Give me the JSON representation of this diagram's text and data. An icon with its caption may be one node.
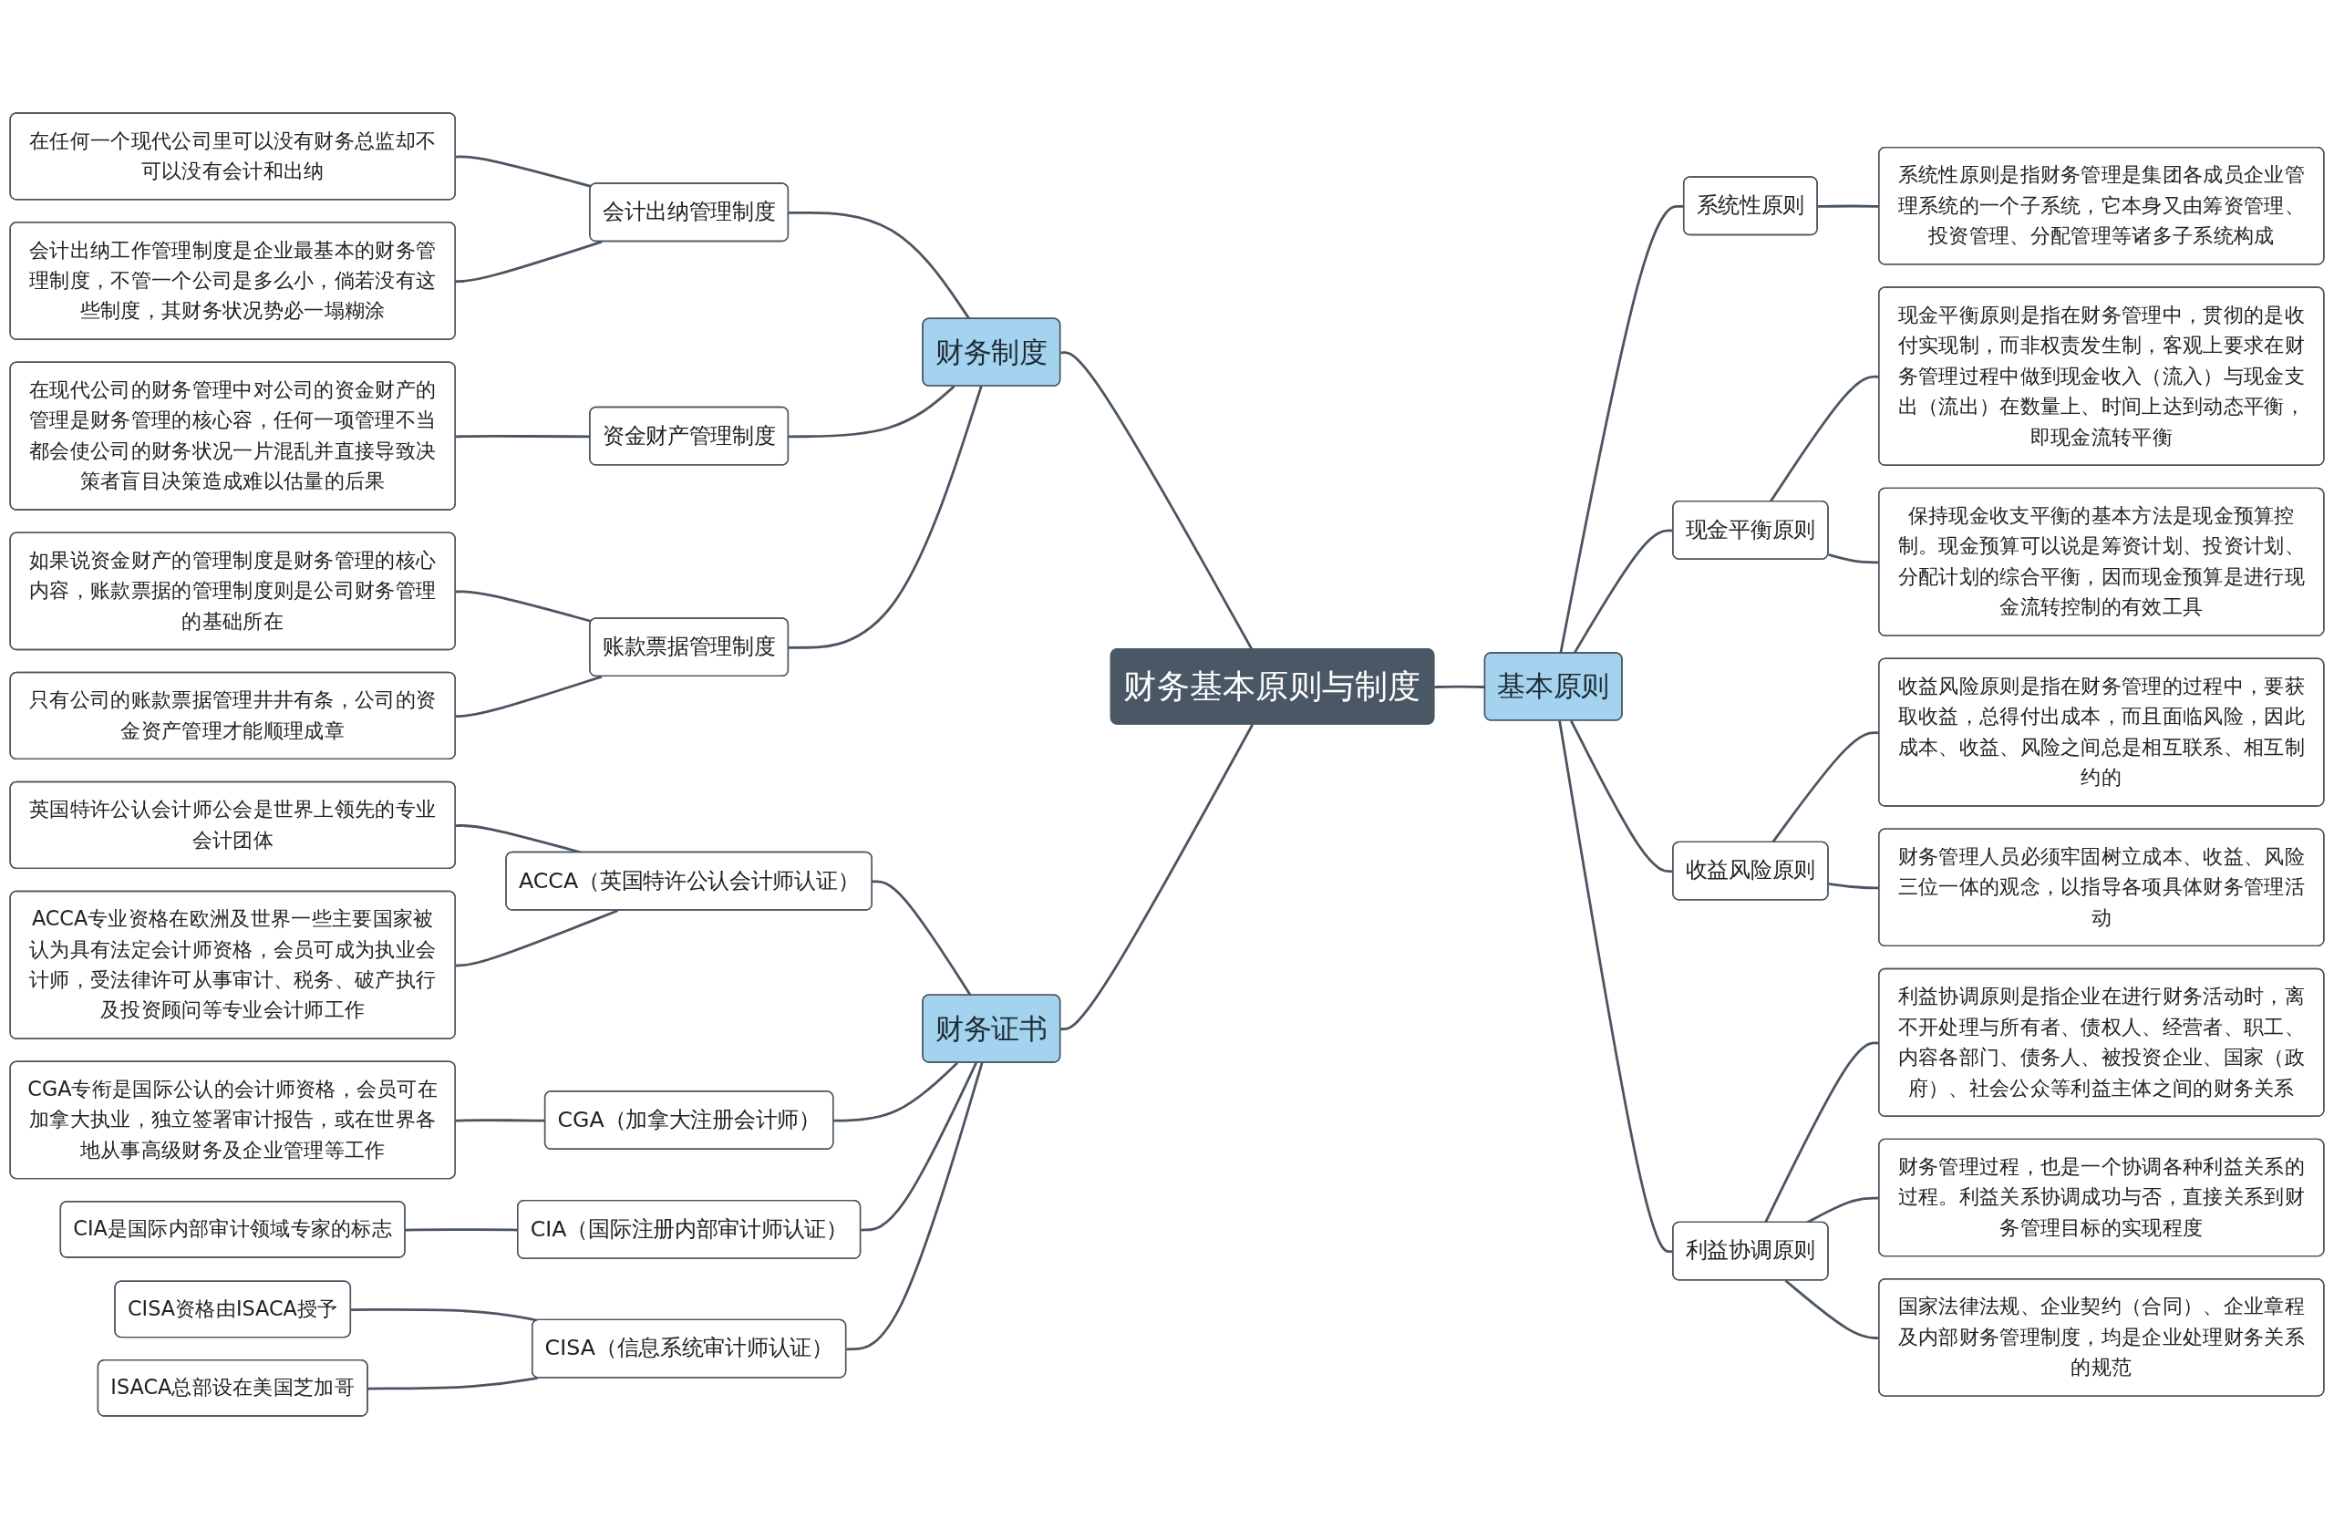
{
  "diagram": {
    "nodes": [
      {
        "text": [
          "财务基本原则与制度"
        ]
      },
      {
        "text": [
          "财务制度"
        ]
      },
      {
        "text": [
          "会计出纳管理制度"
        ]
      },
      {
        "text": [
          "在任何一个现代公司里可以没有财务总监却不可以没有会计和出纳"
        ]
      },
      {
        "text": [
          "会计出纳工作管理制度是企业最基本的财务管理制度，不管一个公司是多么小，倘若没有这些制度，其财务状况势必一塌糊涂"
        ]
      },
      {
        "text": [
          "资金财产管理制度"
        ]
      },
      {
        "text": [
          "在现代公司的财务管理中对公司的资金财产的管理是财务管理的核心容，任何一项管理不当都会使公司的财务状况一片混乱并直接导致决策者盲目决策造成难以估量的后果"
        ]
      },
      {
        "text": [
          "账款票据管理制度"
        ]
      },
      {
        "text": [
          "如果说资金财产的管理制度是财务管理的核心内容，账款票据的管理制度则是公司财务管理的基础所在"
        ]
      },
      {
        "text": [
          "只有公司的账款票据管理井井有条，公司的资金资产管理才能顺理成章"
        ]
      },
      {
        "text": [
          "财务证书"
        ]
      },
      {
        "text": [
          "ACCA（英国特许公认会计师认证）"
        ]
      },
      {
        "text": [
          "英国特许公认会计师公会是世界上领先的专业会计团体"
        ]
      },
      {
        "text": [
          "ACCA专业资格在欧洲及世界一些主要国家被认为具有法定会计师资格，会员可成为执业会计师，受法律许可从事审计、税务、破产执行及投资顾问等专业会计师工作"
        ]
      },
      {
        "text": [
          "CGA（加拿大注册会计师）"
        ]
      },
      {
        "text": [
          "CGA专衔是国际公认的会计师资格，会员可在加拿大执业，独立签署审计报告，或在世界各地从事高级财务及企业管理等工作"
        ]
      },
      {
        "text": [
          "CIA（国际注册内部审计师认证）"
        ]
      },
      {
        "text": [
          "CIA是国际内部审计领域专家的标志"
        ]
      },
      {
        "text": [
          "CISA（信息系统审计师认证）"
        ]
      },
      {
        "text": [
          "CISA资格由ISACA授予"
        ]
      },
      {
        "text": [
          "ISACA总部设在美国芝加哥"
        ]
      },
      {
        "text": [
          "基本原则"
        ]
      },
      {
        "text": [
          "系统性原则"
        ]
      },
      {
        "text": [
          "系统性原则是指财务管理是集团各成员企业管理系统的一个子系统，它本身又由筹资管理、投资管理、分配管理等诸多子系统构成"
        ]
      },
      {
        "text": [
          "现金平衡原则"
        ]
      },
      {
        "text": [
          "现金平衡原则是指在财务管理中，贯彻的是收付实现制，而非权责发生制，客观上要求在财务管理过程中做到现金收入（流入）与现金支出（流出）在数量上、时间上达到动态平衡，即现金流转平衡"
        ]
      },
      {
        "text": [
          "保持现金收支平衡的基本方法是现金预算控制。现金预算可以说是筹资计划、投资计划、分配计划的综合平衡，因而现金预算是进行现金流转控制的有效工具"
        ]
      },
      {
        "text": [
          "收益风险原则"
        ]
      },
      {
        "text": [
          "收益风险原则是指在财务管理的过程中，要获取收益，总得付出成本，而且面临风险，因此成本、收益、风险之间总是相互联系、相互制约的"
        ]
      },
      {
        "text": [
          "财务管理人员必须牢固树立成本、收益、风险三位一体的观念，以指导各项具体财务管理活动"
        ]
      },
      {
        "text": [
          "利益协调原则"
        ]
      },
      {
        "text": [
          "利益协调原则是指企业在进行财务活动时，离不开处理与所有者、债权人、经营者、职工、内容各部门、债务人、被投资企业、国家（政府）、社会公众等利益主体之间的财务关系"
        ]
      },
      {
        "text": [
          "财务管理过程，也是一个协调各种利益关系的过程。利益关系协调成功与否，直接关系到财务管理目标的实现程度"
        ]
      },
      {
        "text": [
          "国家法律法规、企业契约（合同）、企业章程及内部财务管理制度，均是企业处理财务关系的规范"
        ]
      }
    ],
    "edges": [
      {
        "from": 1,
        "to": 0,
        "arrow": "none"
      },
      {
        "from": 2,
        "to": 1,
        "arrow": "none"
      },
      {
        "from": 3,
        "to": 2,
        "arrow": "none"
      },
      {
        "from": 4,
        "to": 2,
        "arrow": "none"
      },
      {
        "from": 5,
        "to": 1,
        "arrow": "none"
      },
      {
        "from": 6,
        "to": 5,
        "arrow": "none"
      },
      {
        "from": 7,
        "to": 1,
        "arrow": "none"
      },
      {
        "from": 8,
        "to": 7,
        "arrow": "none"
      },
      {
        "from": 9,
        "to": 7,
        "arrow": "none"
      },
      {
        "from": 10,
        "to": 0,
        "arrow": "none"
      },
      {
        "from": 11,
        "to": 10,
        "arrow": "none"
      },
      {
        "from": 12,
        "to": 11,
        "arrow": "none"
      },
      {
        "from": 13,
        "to": 11,
        "arrow": "none"
      },
      {
        "from": 14,
        "to": 10,
        "arrow": "none"
      },
      {
        "from": 15,
        "to": 14,
        "arrow": "none"
      },
      {
        "from": 16,
        "to": 10,
        "arrow": "none"
      },
      {
        "from": 17,
        "to": 16,
        "arrow": "none"
      },
      {
        "from": 18,
        "to": 10,
        "arrow": "none"
      },
      {
        "from": 19,
        "to": 18,
        "arrow": "none"
      },
      {
        "from": 20,
        "to": 18,
        "arrow": "none"
      },
      {
        "from": 0,
        "to": 21,
        "arrow": "none"
      },
      {
        "from": 21,
        "to": 22,
        "arrow": "none"
      },
      {
        "from": 22,
        "to": 23,
        "arrow": "none"
      },
      {
        "from": 21,
        "to": 24,
        "arrow": "none"
      },
      {
        "from": 24,
        "to": 25,
        "arrow": "none"
      },
      {
        "from": 24,
        "to": 26,
        "arrow": "none"
      },
      {
        "from": 21,
        "to": 27,
        "arrow": "none"
      },
      {
        "from": 27,
        "to": 28,
        "arrow": "none"
      },
      {
        "from": 27,
        "to": 29,
        "arrow": "none"
      },
      {
        "from": 21,
        "to": 30,
        "arrow": "none"
      },
      {
        "from": 30,
        "to": 31,
        "arrow": "none"
      },
      {
        "from": 30,
        "to": 32,
        "arrow": "none"
      },
      {
        "from": 30,
        "to": 33,
        "arrow": "none"
      }
    ]
  }
}
